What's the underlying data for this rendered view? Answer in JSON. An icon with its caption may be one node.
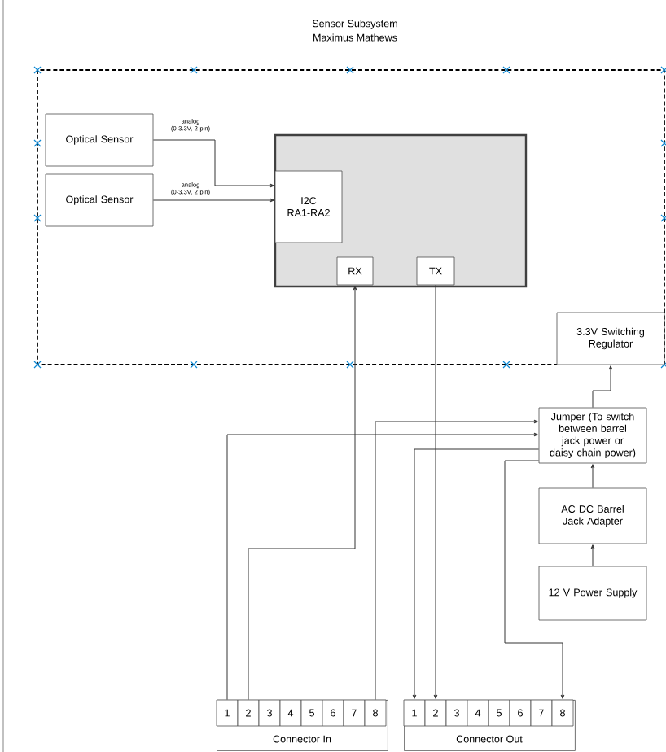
{
  "diagram": {
    "title": "Sensor Subsystem",
    "nodes": [
      {
        "text": [
          "Optical Sensor"
        ]
      },
      {
        "text": [
          "Optical Sensor"
        ]
      },
      {
        "text": [],
        "shape": "box"
      },
      {
        "text": [
          "I2C RA1-RA2"
        ],
        "in": 2
      },
      {
        "text": [
          "RX"
        ],
        "in": 2
      },
      {
        "text": [
          "TX"
        ],
        "in": 2
      },
      {
        "text": [
          "3.3V Switching Regulator"
        ]
      },
      {
        "text": [
          "Jumper (To switch between barrel jack power or daisy chain power)"
        ]
      },
      {
        "text": [
          "AC DC Barrel Jack Adapter"
        ]
      },
      {
        "text": [
          "12 V Power Supply"
        ]
      },
      {
        "text": [
          "Connector In"
        ]
      },
      {
        "text": [
          "1"
        ],
        "in": 10
      },
      {
        "text": [
          "2"
        ],
        "in": 10
      },
      {
        "text": [
          "3"
        ],
        "in": 10
      },
      {
        "text": [
          "4"
        ],
        "in": 10
      },
      {
        "text": [
          "5"
        ],
        "in": 10
      },
      {
        "text": [
          "6"
        ],
        "in": 10
      },
      {
        "text": [
          "7"
        ],
        "in": 10
      },
      {
        "text": [
          "8"
        ],
        "in": 10
      },
      {
        "text": [
          "Connector Out"
        ]
      },
      {
        "text": [
          "1"
        ],
        "in": 19
      },
      {
        "text": [
          "2"
        ],
        "in": 19
      },
      {
        "text": [
          "3"
        ],
        "in": 19
      },
      {
        "text": [
          "4"
        ],
        "in": 19
      },
      {
        "text": [
          "5"
        ],
        "in": 19
      },
      {
        "text": [
          "6"
        ],
        "in": 19
      },
      {
        "text": [
          "7"
        ],
        "in": 19
      },
      {
        "text": [
          "8"
        ],
        "in": 19
      }
    ],
    "edges": [
      {
        "from": 0,
        "to": 3,
        "arrow": "to",
        "label": "analog (0-3.3V, 2 pin)"
      },
      {
        "from": 1,
        "to": 3,
        "arrow": "to",
        "label": "analog (0-3.3V, 2 pin)"
      },
      {
        "from": 18,
        "to": 7,
        "arrow": "to"
      },
      {
        "from": 11,
        "to": 7,
        "arrow": "to"
      },
      {
        "from": 12,
        "to": 4,
        "arrow": "to"
      },
      {
        "from": 5,
        "to": 21,
        "arrow": "to"
      },
      {
        "from": 7,
        "to": 20,
        "arrow": "to"
      },
      {
        "from": 7,
        "to": 27,
        "arrow": "to"
      },
      {
        "from": 8,
        "to": 7,
        "arrow": "to"
      },
      {
        "from": 9,
        "to": 8,
        "arrow": "to"
      },
      {
        "from": 7,
        "to": 6,
        "arrow": "to"
      }
    ],
    "labels": [
      "Maximus Mathews"
    ]
  }
}
